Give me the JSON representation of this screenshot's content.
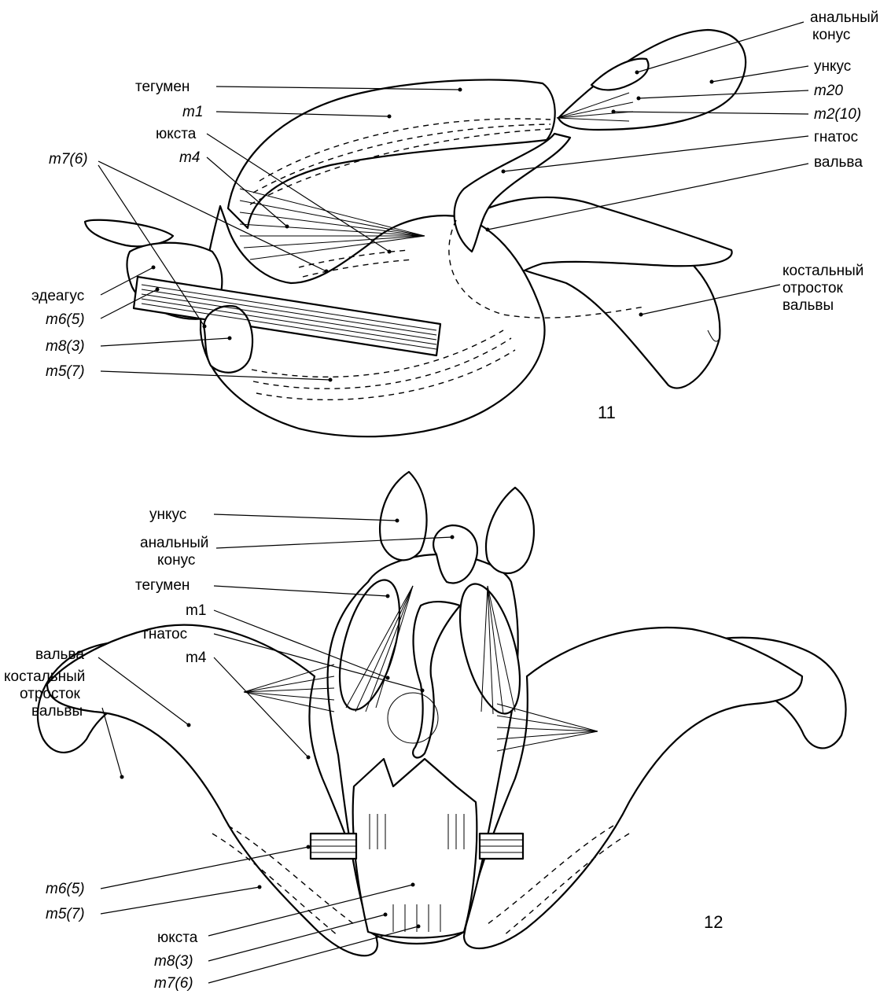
{
  "figure11": {
    "number": "11",
    "labels": {
      "analny_konus": [
        "анальный",
        "конус"
      ],
      "unkus": "ункус",
      "m20": "m20",
      "m2_10": "m2(10)",
      "gnatos": "гнатос",
      "valva": "вальва",
      "kostalny": [
        "костальный",
        "отросток",
        "вальвы"
      ],
      "tegumen": "тегумен",
      "m1": "m1",
      "yuksta": "юкста",
      "m4": "m4",
      "m7_6": "m7(6)",
      "edeagus": "эдеагус",
      "m6_5": "m6(5)",
      "m8_3": "m8(3)",
      "m5_7": "m5(7)"
    }
  },
  "figure12": {
    "number": "12",
    "labels": {
      "unkus": "ункус",
      "analny_konus": [
        "анальный",
        "конус"
      ],
      "tegumen": "тегумен",
      "m1": "m1",
      "gnatos": "гнатос",
      "m4": "m4",
      "valva": "вальва",
      "kostalny": [
        "костальный",
        "отросток",
        "вальвы"
      ],
      "m6_5": "m6(5)",
      "m5_7": "m5(7)",
      "yuksta": "юкста",
      "m8_3": "m8(3)",
      "m7_6": "m7(6)"
    }
  }
}
